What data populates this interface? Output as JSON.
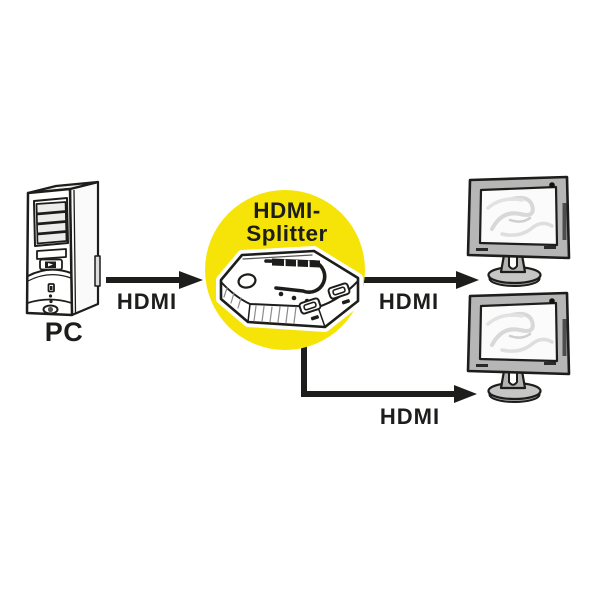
{
  "diagram": {
    "description": "HDMI splitter wiring diagram: one PC source feeding two monitors through an HDMI splitter",
    "pc": {
      "label": "PC"
    },
    "splitter": {
      "title_line1": "HDMI-",
      "title_line2": "Splitter",
      "circle_color": "#F6E409"
    },
    "connections": [
      {
        "id": "pc-to-splitter",
        "label": "HDMI"
      },
      {
        "id": "splitter-to-monitor-1",
        "label": "HDMI"
      },
      {
        "id": "splitter-to-monitor-2",
        "label": "HDMI"
      }
    ],
    "monitor_count": "2",
    "colors": {
      "line_black": "#1d1d1b",
      "background": "#ffffff",
      "monitor_frame_gray": "#b6b6b6",
      "screen_white": "#fbfbfb"
    }
  }
}
